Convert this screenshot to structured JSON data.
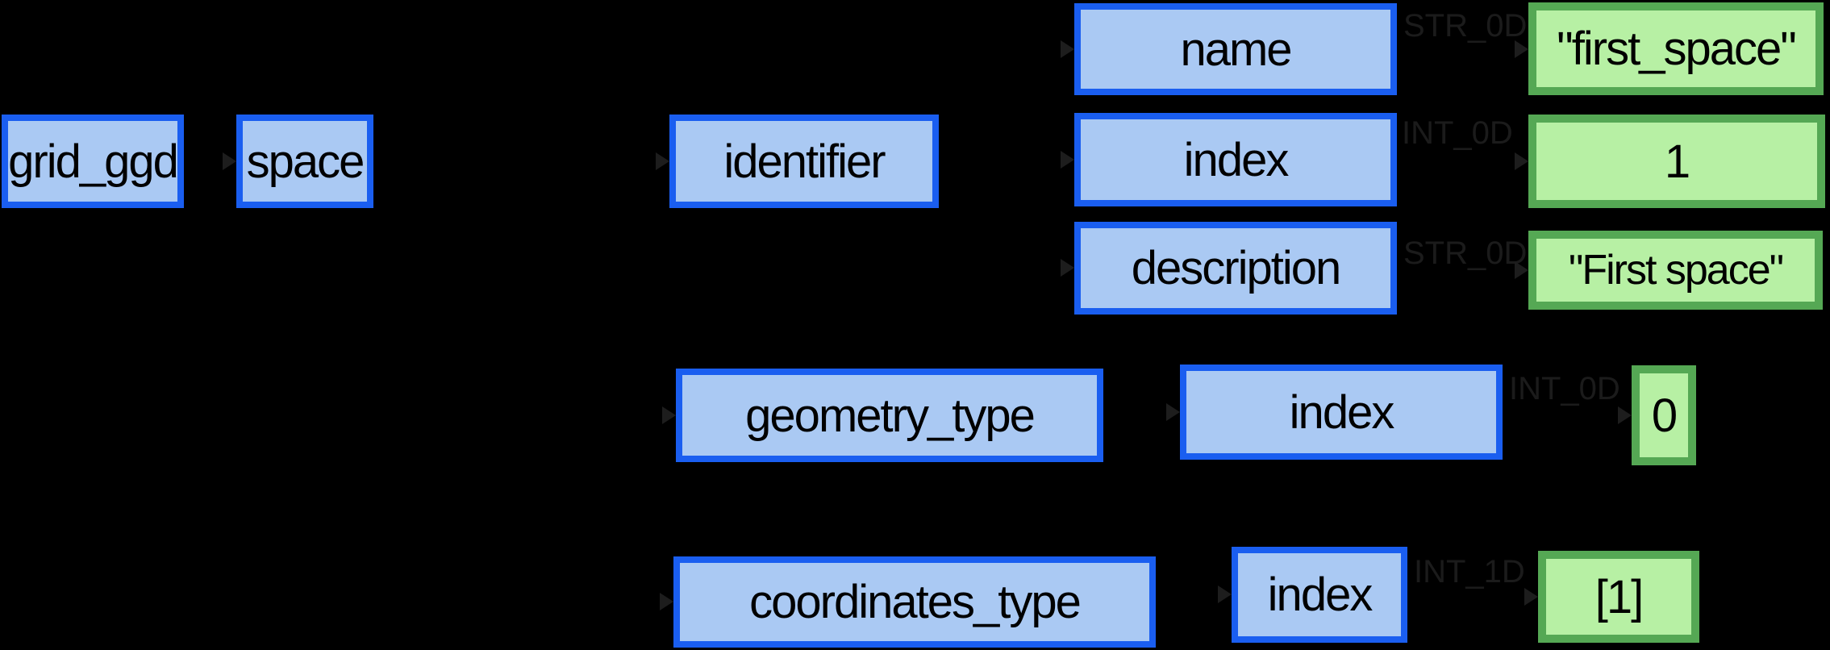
{
  "diagram": {
    "background": "#000000",
    "colors": {
      "node_fill": "#aac9f3",
      "node_border": "#1a5ef0",
      "leaf_fill": "#b7f0a4",
      "leaf_border": "#55a854",
      "edge_label_text": "#1b1b1b",
      "node_text": "#000000"
    },
    "nodes": {
      "grid_ggd": "grid_ggd",
      "space": "space",
      "identifier": "identifier",
      "name": "name",
      "identifier_index": "index",
      "description": "description",
      "geometry_type": "geometry_type",
      "geometry_index": "index",
      "coordinates_type": "coordinates_type",
      "coordinates_index": "index"
    },
    "values": {
      "name_value": "\"first_space\"",
      "identifier_index_value": "1",
      "description_value": "\"First space\"",
      "geometry_index_value": "0",
      "coordinates_index_value": "[1]"
    },
    "edge_types": {
      "name": "STR_0D",
      "identifier_index": "INT_0D",
      "description": "STR_0D",
      "geometry_index": "INT_0D",
      "coordinates_index": "INT_1D"
    }
  }
}
